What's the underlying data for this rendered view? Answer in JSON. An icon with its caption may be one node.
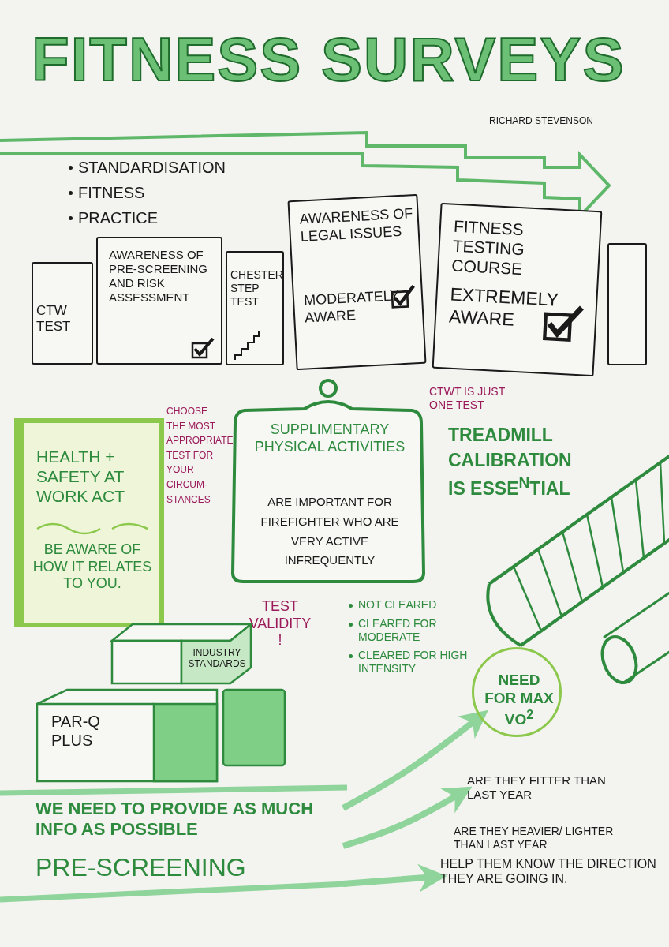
{
  "diagram": {
    "title": "FITNESS SURVEYS",
    "nodes": [
      {
        "text": [
          "CTW TEST"
        ]
      },
      {
        "text": [
          "AWARENESS OF PRE-SCREENING AND RISK ASSESSMENT"
        ]
      },
      {
        "text": [
          "CHESTER STEP TEST"
        ]
      },
      {
        "text": [
          "AWARENESS OF LEGAL ISSUES",
          "MODERATELY AWARE"
        ]
      },
      {
        "text": [
          "FITNESS TESTING COURSE",
          "EXTREMELY AWARE"
        ]
      },
      {
        "text": [],
        "shape": "box"
      },
      {
        "text": [
          "HEALTH + SAFETY AT WORK ACT",
          "BE AWARE OF HOW IT RELATES TO YOU."
        ]
      },
      {
        "text": [
          "SUPPLIMENTARY PHYSICAL ACTIVITIES",
          "ARE IMPORTANT FOR FIREFIGHTER WHO ARE VERY ACTIVE INFREQUENTLY"
        ]
      },
      {
        "text": [
          "INDUSTRY STANDARDS"
        ]
      },
      {
        "text": [
          "PAR-Q PLUS"
        ]
      },
      {
        "text": [],
        "shape": "box"
      },
      {
        "text": [
          "NEED FOR MAX VO$^{2}$"
        ]
      },
      {
        "text": [
          "WE NEED TO PROVIDE AS MUCH INFO AS POSSIBLE",
          "PRE-SCREENING"
        ]
      },
      {
        "text": [
          "ARE THEY FITTER THAN LAST YEAR"
        ]
      },
      {
        "text": [
          "HELP THEM KNOW THE DIRECTION THEY ARE GOING IN."
        ]
      }
    ],
    "edges": [
      {
        "from": 12,
        "to": 11,
        "arrow": "to"
      },
      {
        "from": 12,
        "to": 13,
        "arrow": "to"
      },
      {
        "from": 12,
        "to": 14,
        "arrow": "to"
      }
    ],
    "labels": [
      "RICHARD STEVENSON",
      "STANDARDISATION",
      "FITNESS",
      "PRACTICE",
      "CHOOSE THE MOST APPROPRIATE TEST FOR YOUR CIRCUM- STANCES",
      "CTWT IS JUST ONE TEST",
      "TREADMILL CALIBRATION IS ESSE$^{N}$TIAL",
      "TEST VALIDITY !",
      "NOT CLEARED",
      "CLEARED FOR MODERATE",
      "CLEARED FOR HIGH INTENSITY",
      "ARE THEY HEAVIER/ LIGHTER THAN LAST YEAR"
    ]
  }
}
